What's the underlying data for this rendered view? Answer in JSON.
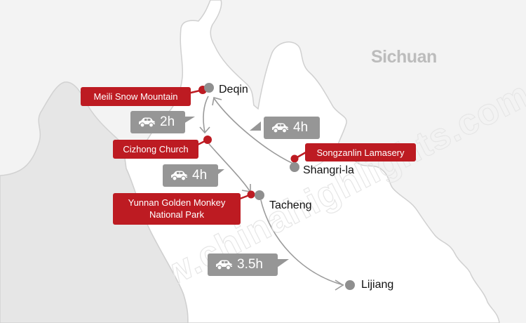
{
  "map": {
    "region_label": "Sichuan",
    "watermark": "www.chinahighlights.com",
    "colors": {
      "background": "#f3f3f3",
      "yunnan_area": "#ffffff",
      "tibet_area": "#e6e6e6",
      "attraction_label": "#bd1b22",
      "drive_badge": "#969696",
      "city_dot": "#8f8f8f",
      "route_line": "#9a9a9a"
    }
  },
  "cities": [
    {
      "name": "Deqin"
    },
    {
      "name": "Shangri-la"
    },
    {
      "name": "Tacheng"
    },
    {
      "name": "Lijiang"
    }
  ],
  "attractions": [
    {
      "name": "Meili Snow Mountain"
    },
    {
      "name": "Cizhong Church"
    },
    {
      "name": "Songzanlin Lamasery"
    },
    {
      "name": "Yunnan Golden Monkey National Park",
      "line1": "Yunnan Golden Monkey",
      "line2": "National Park"
    }
  ],
  "drives": [
    {
      "from": "Deqin",
      "to": "Cizhong",
      "icon": "car-icon",
      "duration": "2h"
    },
    {
      "from": "Shangri-la",
      "to": "Deqin",
      "icon": "car-icon",
      "duration": "4h"
    },
    {
      "from": "Cizhong",
      "to": "Tacheng",
      "icon": "car-icon",
      "duration": "4h"
    },
    {
      "from": "Tacheng",
      "to": "Lijiang",
      "icon": "car-icon",
      "duration": "3.5h"
    }
  ]
}
